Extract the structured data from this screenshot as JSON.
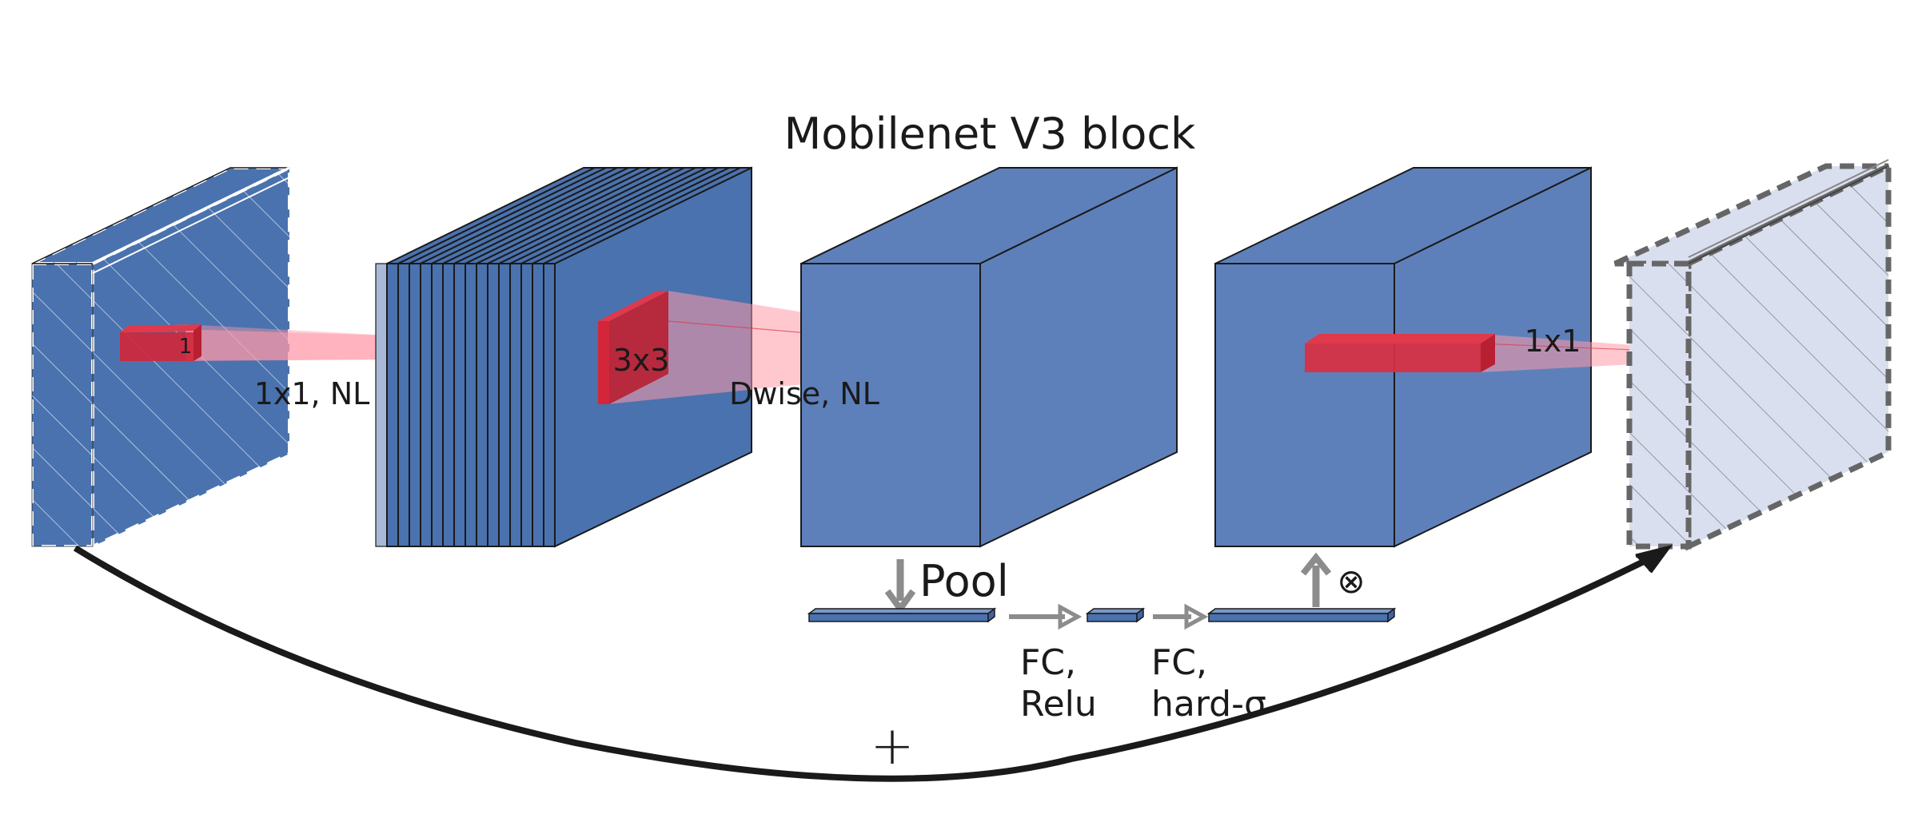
{
  "title": "Mobilenet V3 block",
  "labels": {
    "kernel_1": "1",
    "op_1x1_nl": "1x1, NL",
    "kernel_3x3": "3x3",
    "op_dwise": "Dwise, NL",
    "kernel_1x1": "1x1",
    "pool": "Pool",
    "fc_relu_line1": "FC,",
    "fc_relu_line2": "Relu",
    "fc_hsig_line1": "FC,",
    "fc_hsig_line2": "hard-σ",
    "multiply": "⊗",
    "add": "+"
  },
  "colors": {
    "block_front": "#4a72ae",
    "block_side": "#4a72ae",
    "block_light": "#5e80ba",
    "output_fill": "#d9dfee",
    "kernel": "#d3263a",
    "cone": "#ff9aa8",
    "arrow_gray": "#8c8c8c",
    "outline": "#1a1a1a"
  }
}
